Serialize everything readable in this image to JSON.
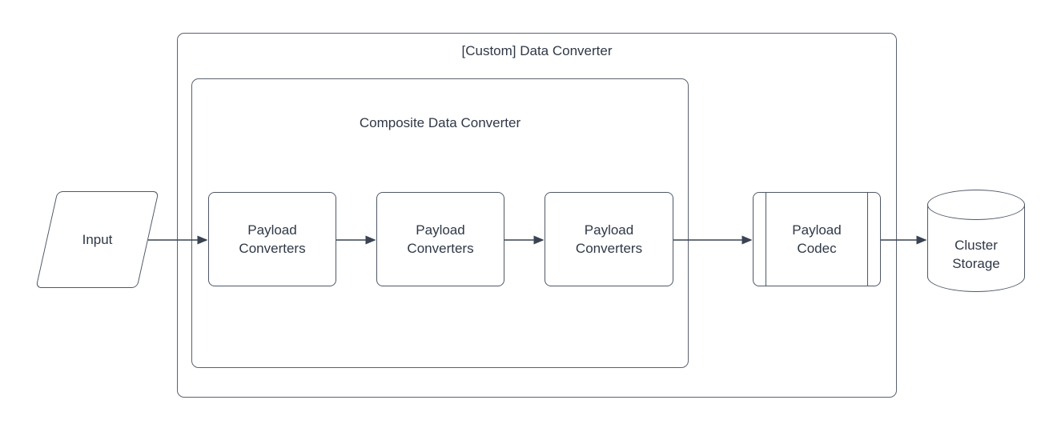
{
  "diagram": {
    "outer_container": {
      "label": "[Custom] Data Converter"
    },
    "inner_container": {
      "label": "Composite Data Converter"
    },
    "nodes": {
      "input": {
        "label": "Input",
        "shape": "parallelogram"
      },
      "converters": [
        {
          "label": "Payload Converters",
          "shape": "rounded-rectangle"
        },
        {
          "label": "Payload Converters",
          "shape": "rounded-rectangle"
        },
        {
          "label": "Payload Converters",
          "shape": "rounded-rectangle"
        }
      ],
      "codec": {
        "label": "Payload Codec",
        "shape": "predefined-process"
      },
      "storage": {
        "label": "Cluster Storage",
        "shape": "cylinder"
      }
    },
    "colors": {
      "background": "#ffffff",
      "shape_stroke": "#4f5866",
      "container_stroke": "#5a6270",
      "arrow": "#3a4352",
      "text": "#2f3847"
    }
  }
}
